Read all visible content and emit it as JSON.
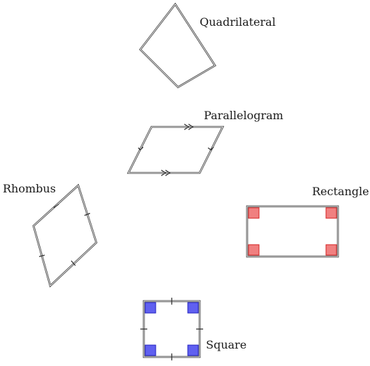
{
  "shapes": {
    "quadrilateral": {
      "label": "Quadrilateral"
    },
    "parallelogram": {
      "label": "Parallelogram"
    },
    "rhombus": {
      "label": "Rhombus"
    },
    "rectangle": {
      "label": "Rectangle",
      "corner_color": "#f08080",
      "corner_stroke": "#d42020"
    },
    "square": {
      "label": "Square",
      "corner_color": "#6060f0",
      "corner_stroke": "#2020c0"
    }
  }
}
